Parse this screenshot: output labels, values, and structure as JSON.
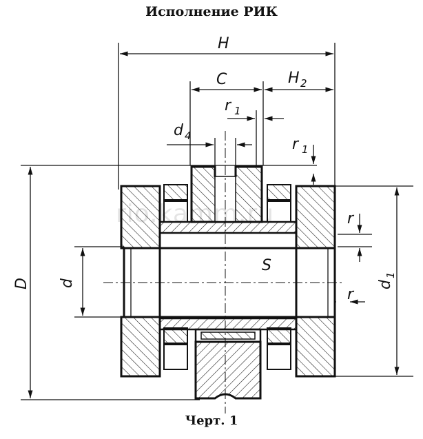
{
  "title": "Исполнение РИК",
  "caption": "Черт. 1",
  "watermark": "rio.kamm.ru",
  "labels": {
    "H": "H",
    "C": "C",
    "H2": "H",
    "H2_sub": "2",
    "r1_top": "r",
    "r1_top_sub": "1",
    "d4": "d",
    "d4_sub": "4",
    "r1_side": "r",
    "r1_side_sub": "1",
    "D": "D",
    "d": "d",
    "r_upper": "r",
    "d1": "d",
    "d1_sub": "1",
    "S": "S",
    "r_lower": "r"
  },
  "colors": {
    "ink": "#111111",
    "background": "#ffffff"
  }
}
